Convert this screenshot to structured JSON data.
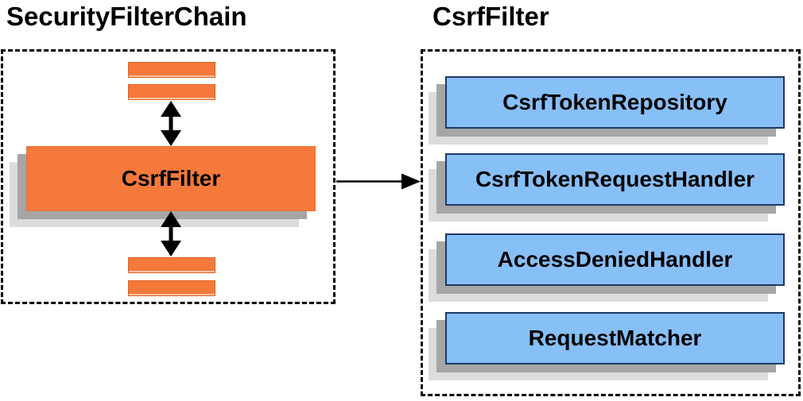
{
  "diagram": {
    "left_section": {
      "title": "SecurityFilterChain",
      "filter_box_label": "CsrfFilter"
    },
    "right_section": {
      "title": "CsrfFilter",
      "components": [
        "CsrfTokenRepository",
        "CsrfTokenRequestHandler",
        "AccessDeniedHandler",
        "RequestMatcher"
      ]
    },
    "colors": {
      "filter_orange": "#F4793B",
      "filter_orange_border": "#E2601C",
      "component_blue": "#87BFF7",
      "component_blue_border": "#1F3864",
      "shadow_dark": "#A6A6A6",
      "shadow_light": "#DCDCDC",
      "arrow_black": "#000000",
      "text_black": "#000000"
    }
  }
}
